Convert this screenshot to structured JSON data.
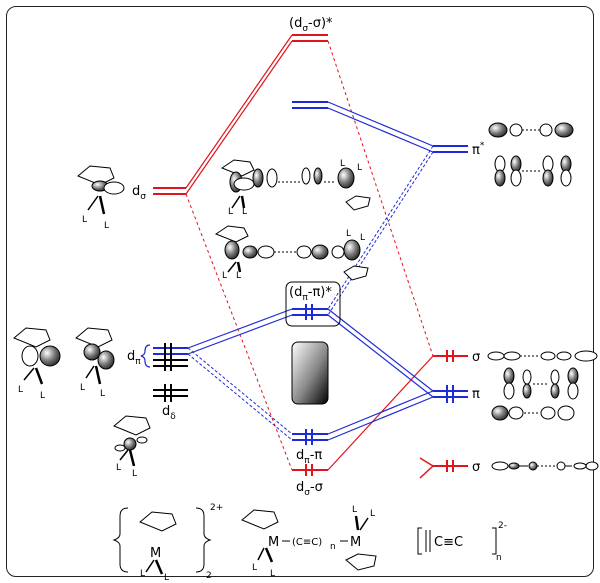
{
  "title": "",
  "colors": {
    "red": "#e0141b",
    "blue": "#1f2bd6",
    "black": "#000000"
  },
  "labels": {
    "top_star": {
      "main": "(d",
      "sub": "σ",
      "rest": "-σ)*"
    },
    "pi_star": {
      "main": "π",
      "sup": "*"
    },
    "d_sigma": {
      "main": "d",
      "sub": "σ"
    },
    "d_pi": {
      "main": "d",
      "sub": "π"
    },
    "d_delta": {
      "main": "d",
      "sub": "δ"
    },
    "dpi_pi_star": {
      "main": "(d",
      "sub": "π",
      "rest": "-π)*"
    },
    "dpi_pi": {
      "main": "d",
      "sub": "π",
      "rest": "-π"
    },
    "dsigma_sigma": {
      "main": "d",
      "sub": "σ",
      "rest": "-σ"
    },
    "sigma_right": "σ",
    "pi_right": "π",
    "sigma_low_right": "σ",
    "ligand_L": "L",
    "metal_M": "M"
  },
  "formulas": {
    "dimer_charge": "2+",
    "dimer_subscript": "2",
    "bridge": "(C≡C)",
    "bridge_n": "n",
    "polyyne_core": "C≡C",
    "polyyne_charge": "2-",
    "polyyne_n": "n"
  }
}
